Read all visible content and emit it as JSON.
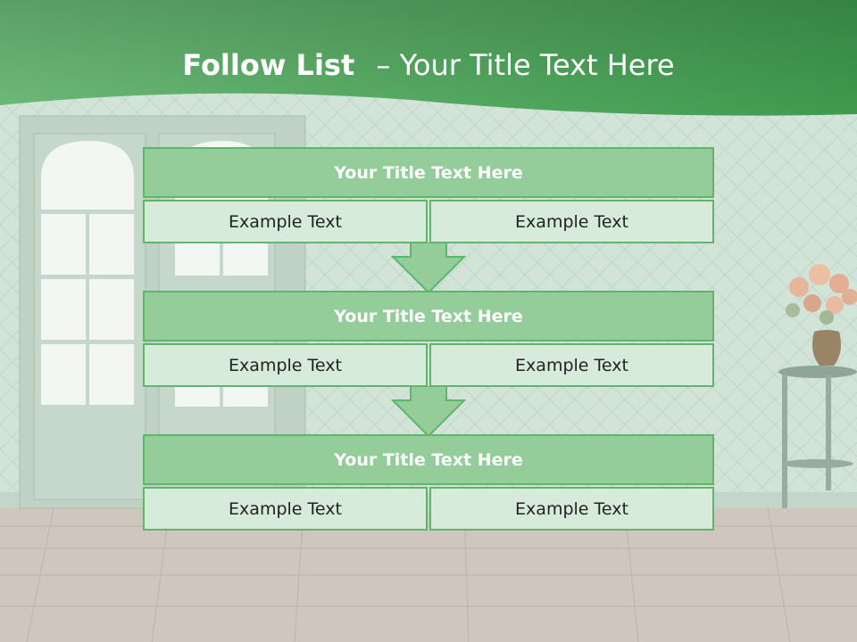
{
  "slide": {
    "title_bold": "Follow List",
    "title_rest": "– Your Title Text Here"
  },
  "blocks": [
    {
      "title": "Your Title Text Here",
      "left": "Example Text",
      "right": "Example Text"
    },
    {
      "title": "Your Title Text Here",
      "left": "Example Text",
      "right": "Example Text"
    },
    {
      "title": "Your Title Text Here",
      "left": "Example Text",
      "right": "Example Text"
    }
  ],
  "colors": {
    "header_green": "#4fa85d",
    "block_title_fill": "#94cc9a",
    "block_cell_fill": "#d6ebda",
    "border_green": "#5fb56a"
  }
}
